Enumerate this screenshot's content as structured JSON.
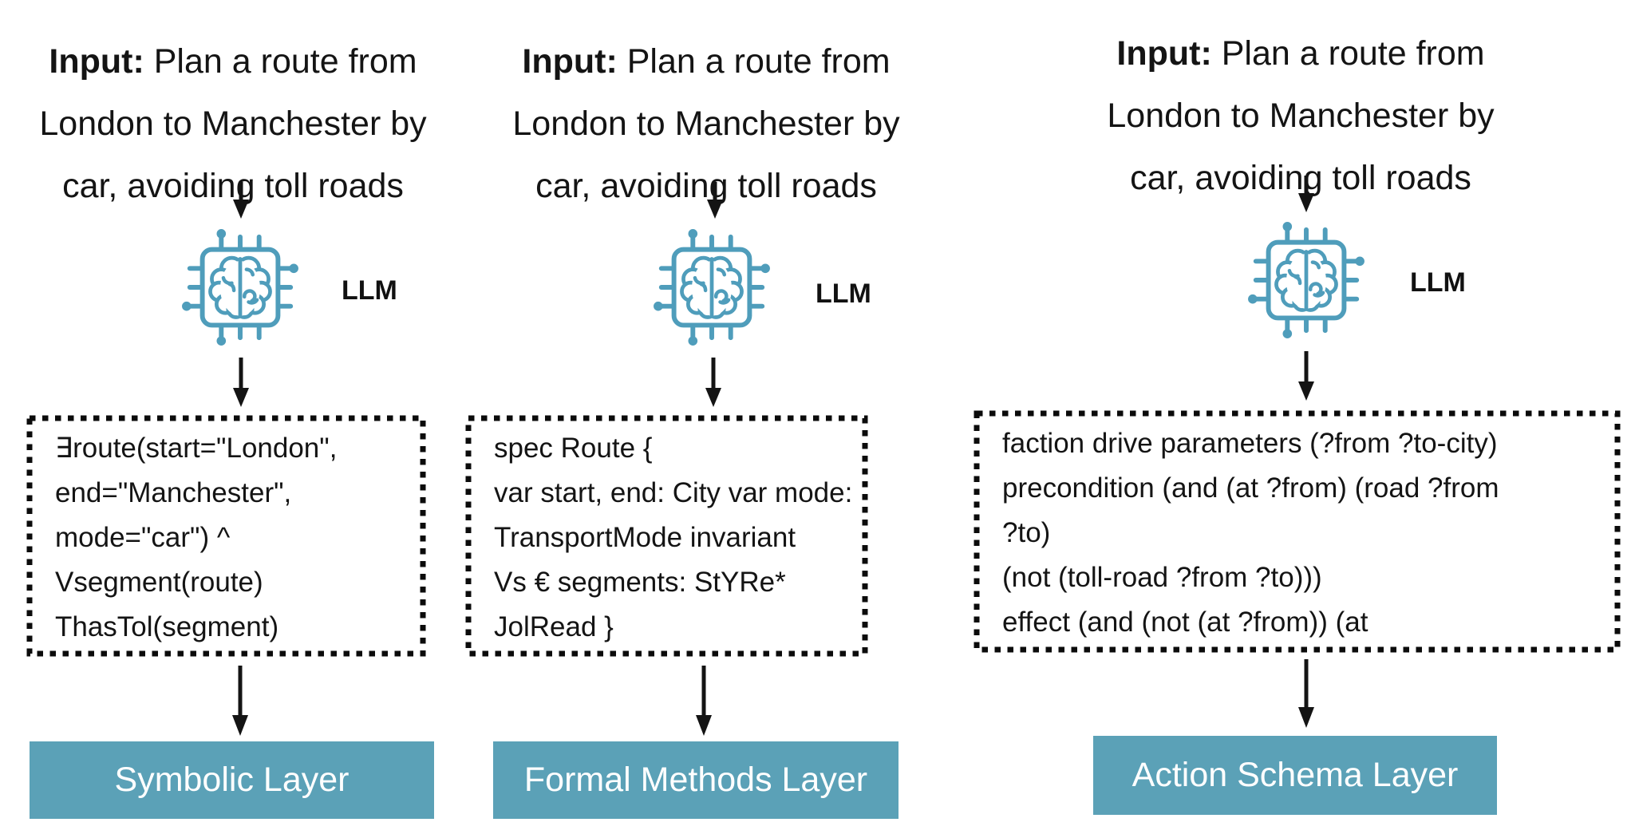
{
  "colors": {
    "layer_box_teal": "#5BA1B7",
    "chip_icon_teal": "#4F9DBB",
    "arrow_black": "#141414",
    "layer_text_white": "#ffffff"
  },
  "columns": [
    {
      "input_label": "Input:",
      "input_text": "Plan a route from London to Manchester by car, avoiding toll roads",
      "llm_label": "LLM",
      "code_lines": [
        "∃route(start=\"London\",",
        "end=\"Manchester\",",
        "mode=\"car\") ^",
        "Vsegment(route)",
        "ThasTol(segment)"
      ],
      "layer_label": "Symbolic Layer"
    },
    {
      "input_label": "Input:",
      "input_text": "Plan a route from London to Manchester by car, avoiding toll roads",
      "llm_label": "LLM",
      "code_lines": [
        "spec Route {",
        "var start, end: City var mode:",
        "TransportMode invariant",
        "Vs € segments: StYRe*",
        "JolRead }"
      ],
      "layer_label": "Formal Methods Layer"
    },
    {
      "input_label": "Input:",
      "input_text": "Plan a route from London to Manchester by car, avoiding toll roads",
      "llm_label": "LLM",
      "code_lines": [
        "faction drive parameters (?from ?to-city)",
        "precondition (and (at ?from) (road ?from",
        "?to)",
        "(not (toll-road ?from ?to)))",
        "effect (and (not (at ?from)) (at"
      ],
      "layer_label": "Action Schema Layer"
    }
  ]
}
